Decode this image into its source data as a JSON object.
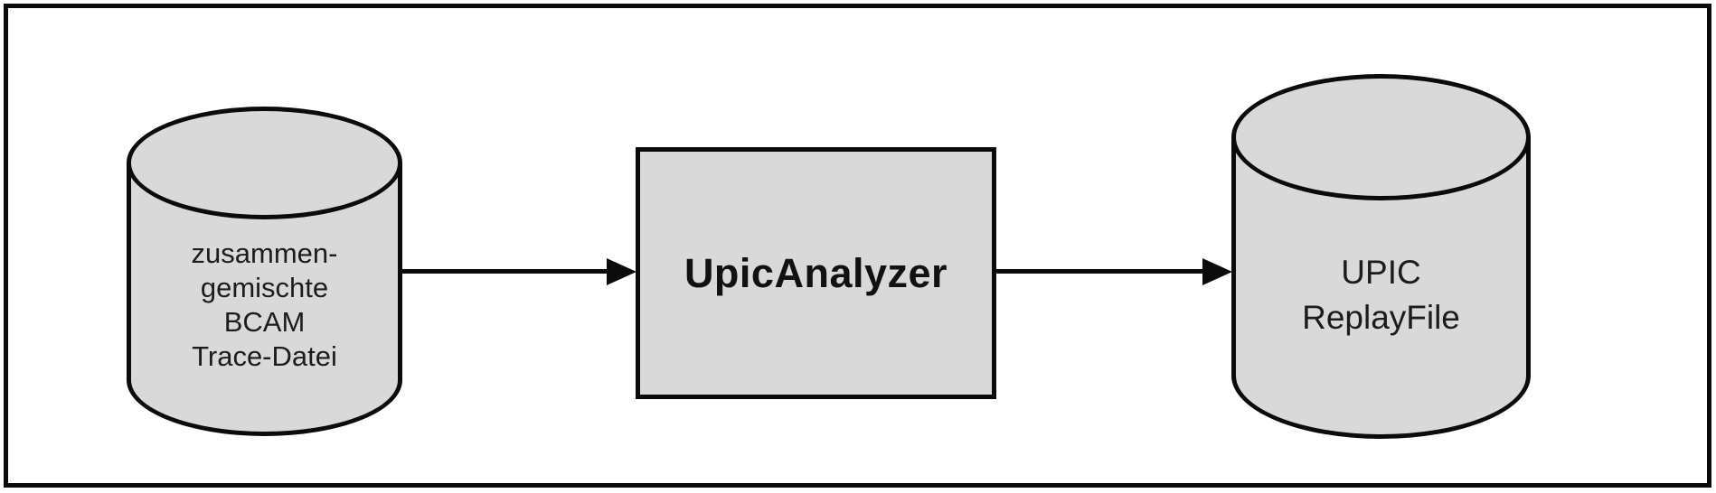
{
  "diagram": {
    "colors": {
      "frame_stroke": "#0b0b0b",
      "shape_fill": "#d9d9d9",
      "shape_stroke": "#0b0b0b",
      "background": "#ffffff",
      "text": "#1c1c1c"
    },
    "nodes": {
      "input_datastore": {
        "shape": "cylinder",
        "lines": [
          "zusammen-",
          "gemischte",
          "BCAM",
          "Trace-Datei"
        ]
      },
      "process": {
        "shape": "rectangle",
        "label": "UpicAnalyzer"
      },
      "output_datastore": {
        "shape": "cylinder",
        "lines": [
          "UPIC",
          "ReplayFile"
        ]
      }
    },
    "edges": [
      {
        "from": "input_datastore",
        "to": "process",
        "direction": "right"
      },
      {
        "from": "process",
        "to": "output_datastore",
        "direction": "right"
      }
    ]
  }
}
